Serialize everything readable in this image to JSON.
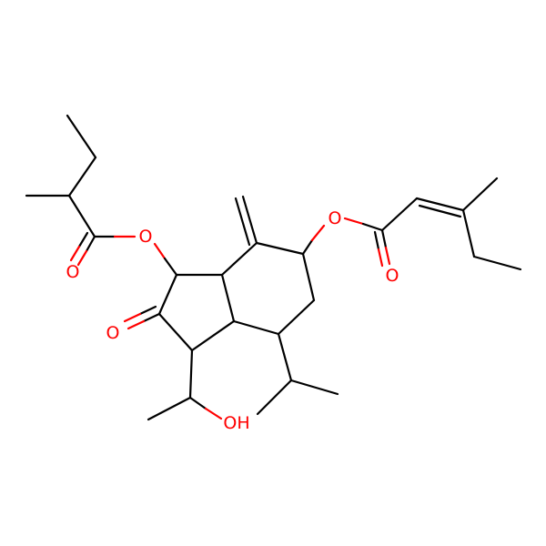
{
  "atom_labels": {
    "ester_o_left": "O",
    "carbonyl_o_left": "O",
    "ring_ketone_o": "O",
    "ester_o_right": "O",
    "carbonyl_o_right": "O",
    "hydroxyl": "OH"
  },
  "colors": {
    "bond": "#000000",
    "heteroatom": "#ff0000",
    "background": "#ffffff"
  }
}
